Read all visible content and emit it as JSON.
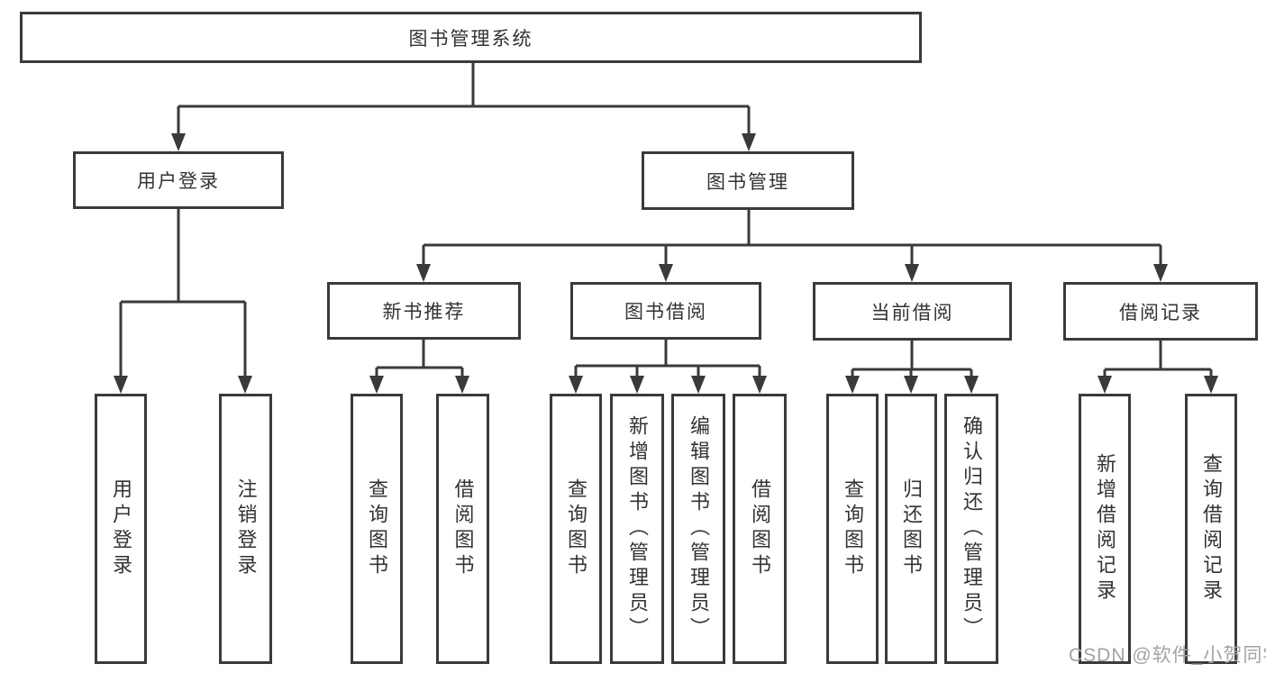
{
  "diagram": {
    "title_node": {
      "label": "图书管理系统"
    },
    "level2": {
      "login": {
        "label": "用户登录"
      },
      "management": {
        "label": "图书管理"
      }
    },
    "level3": {
      "new_recommend": {
        "label": "新书推荐"
      },
      "book_borrow": {
        "label": "图书借阅"
      },
      "current_borrow": {
        "label": "当前借阅"
      },
      "borrow_record": {
        "label": "借阅记录"
      }
    },
    "leaves": {
      "login_user": {
        "label": "用户登录"
      },
      "login_logout": {
        "label": "注销登录"
      },
      "recommend_query": {
        "label": "查询图书"
      },
      "recommend_borrow": {
        "label": "借阅图书"
      },
      "borrow_query": {
        "label": "查询图书"
      },
      "borrow_add": {
        "label": "新增图书（管理员）"
      },
      "borrow_edit": {
        "label": "编辑图书（管理员）"
      },
      "borrow_borrow": {
        "label": "借阅图书"
      },
      "current_query": {
        "label": "查询图书"
      },
      "current_return": {
        "label": "归还图书"
      },
      "current_confirm": {
        "label": "确认归还（管理员）"
      },
      "record_add": {
        "label": "新增借阅记录"
      },
      "record_query": {
        "label": "查询借阅记录"
      }
    }
  },
  "watermark": {
    "text": "CSDN @软件_小贺同学"
  },
  "colors": {
    "line": "#3a3a3a",
    "box_border": "#3a3a3a",
    "text": "#333333",
    "watermark": "#a3a3a3",
    "background": "#ffffff"
  }
}
